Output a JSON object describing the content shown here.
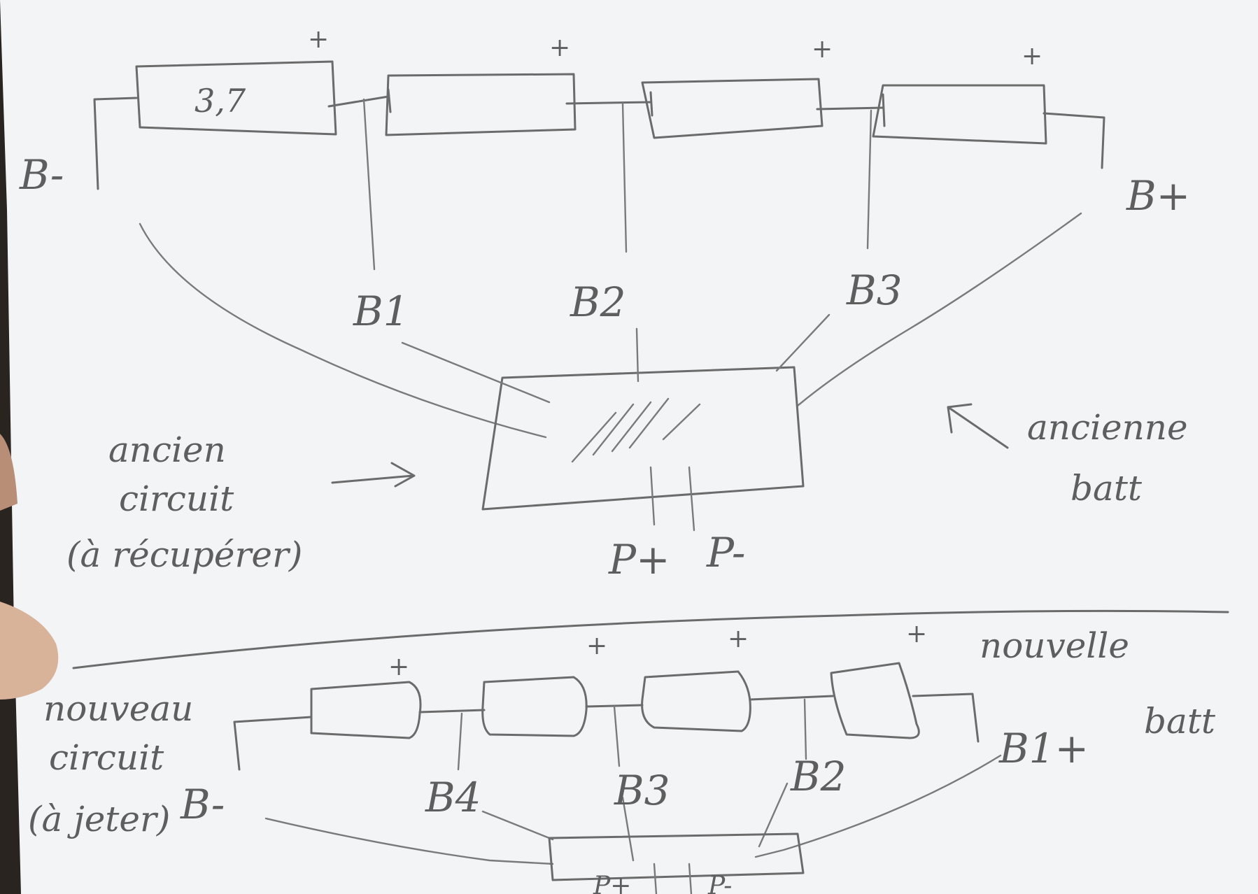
{
  "top": {
    "cell_value": "3,7",
    "plus_mark": "+",
    "b_minus": "B-",
    "b_plus": "B+",
    "b1": "B1",
    "b2": "B2",
    "b3": "B3",
    "p_plus": "P+",
    "p_minus": "P-",
    "old_circuit_line1": "ancien",
    "old_circuit_line2": "circuit",
    "old_circuit_line3": "(à récupérer)",
    "old_batt_line1": "ancienne",
    "old_batt_line2": "batt"
  },
  "bottom": {
    "plus_mark": "+",
    "new_batt_line1": "nouvelle",
    "new_batt_line2": "batt",
    "new_circuit_line1": "nouveau",
    "new_circuit_line2": "circuit",
    "new_circuit_line3": "(à jeter)",
    "b_minus": "B-",
    "b4": "B4",
    "b3": "B3",
    "b2": "B2",
    "b1_plus": "B1+",
    "p_plus": "P+",
    "p_minus": "P-"
  },
  "colors": {
    "paper": "#f3f4f6",
    "pencil": "#6b6b6b",
    "background": "#2a2420"
  }
}
